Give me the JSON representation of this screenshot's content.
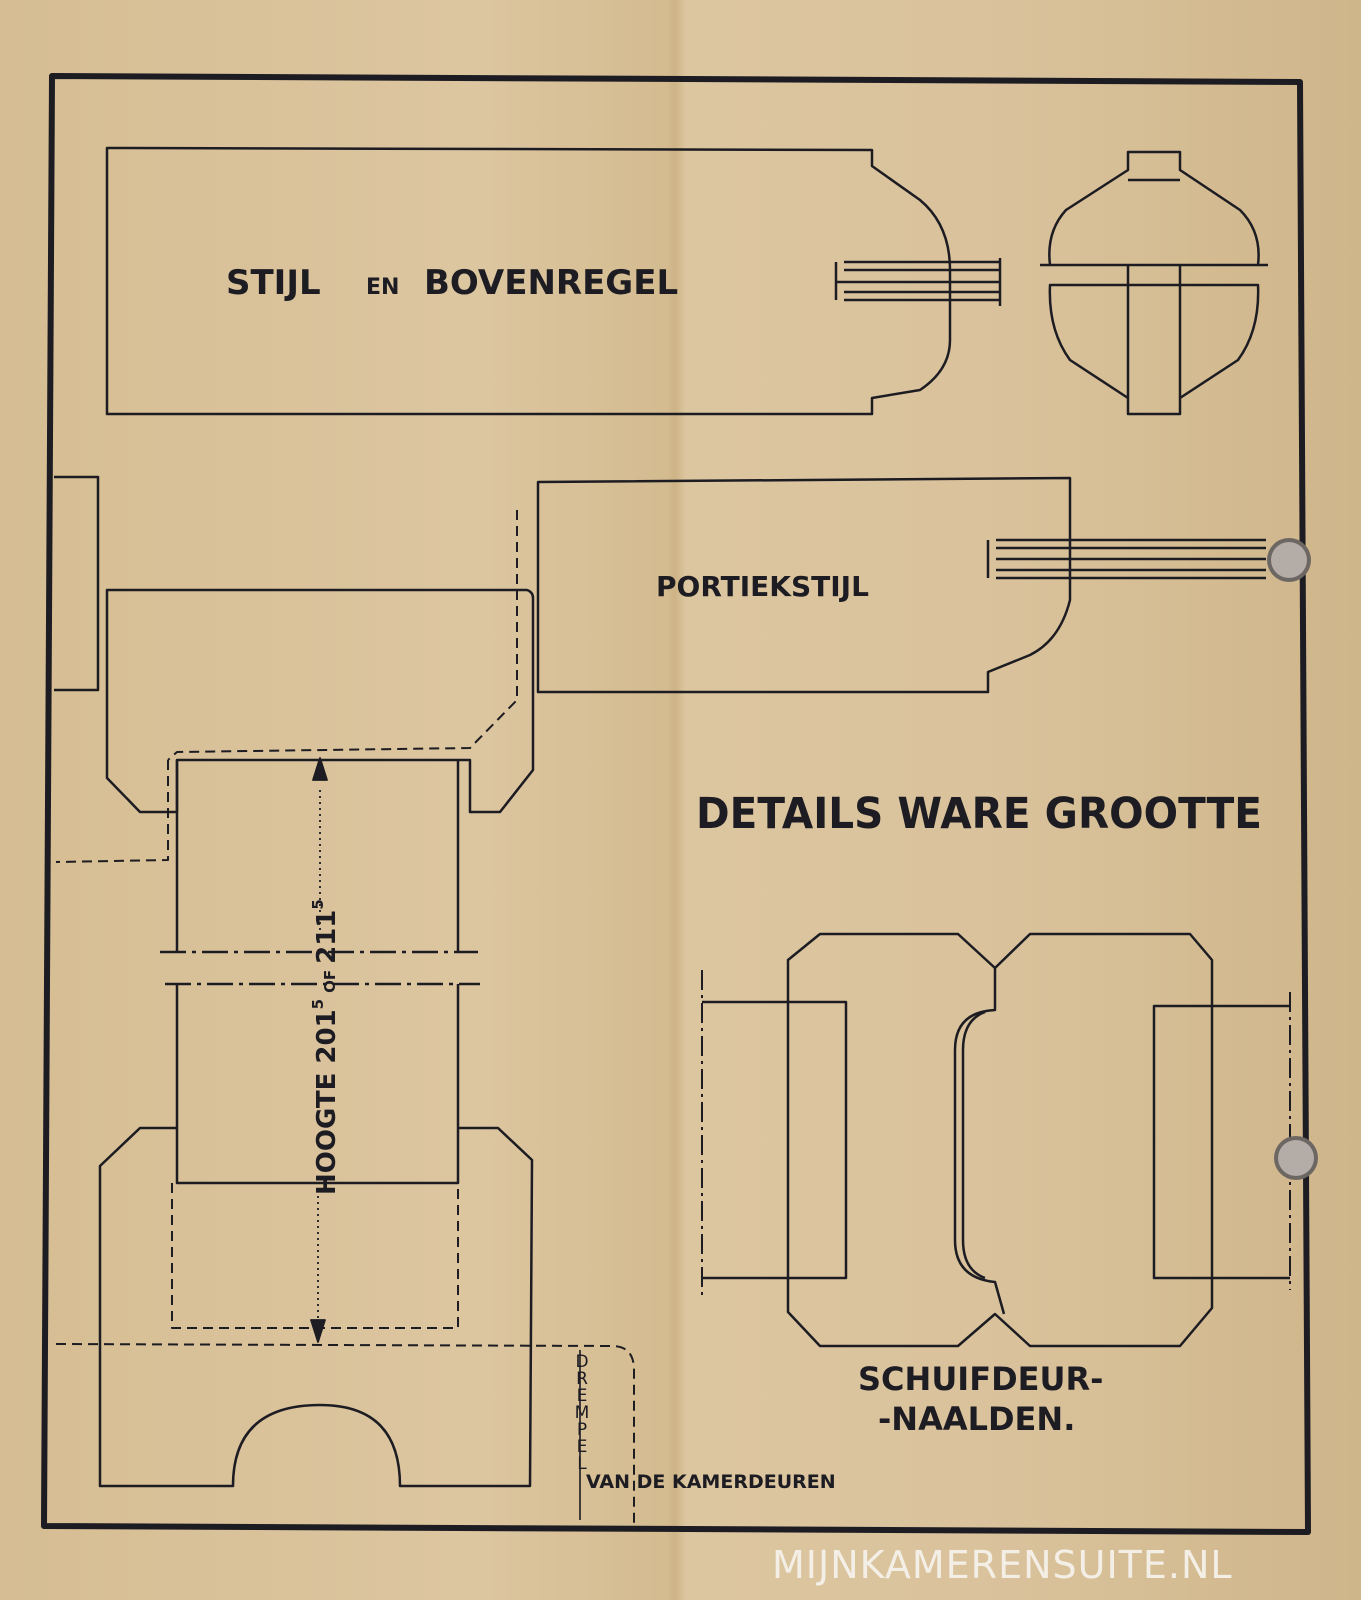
{
  "labels": {
    "stijl_bovenregel_a": "STIJL",
    "stijl_bovenregel_en": "EN",
    "stijl_bovenregel_b": "BOVENREGEL",
    "portiekstijl": "PORTIEKSTIJL",
    "details": "DETAILS WARE GROOTTE",
    "hoogte": "HOOGTE 201",
    "hoogte_sup1": "5",
    "hoogte_of": "OF",
    "hoogte_num2": "211",
    "hoogte_sup2": "5",
    "schuif_line1": "SCHUIFDEUR-",
    "schuif_line2": "-NAALDEN.",
    "drempel": "DREMPEL",
    "kamerdeuren": "VAN DE KAMERDEUREN"
  },
  "watermark": "MIJNKAMERENSUITE.NL",
  "colors": {
    "paper": "#d9c29b",
    "ink": "#1c1c22",
    "watermark": "#f4efe6"
  }
}
